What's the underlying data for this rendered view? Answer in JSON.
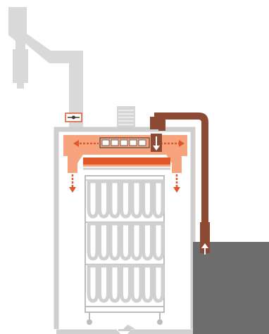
{
  "diagram": {
    "type": "smokehouse-airflow-schematic",
    "text_labels": [],
    "components": [
      "exhaust-duct-left",
      "damper-valve",
      "fan-motor",
      "air-circulation-manifold",
      "fresh-air-intake-duct",
      "smoke-generator-unit",
      "oven-chamber",
      "sausage-trolley",
      "floor-drain"
    ],
    "sausage_tray_levels": 3,
    "sausages_per_level": 7,
    "colors": {
      "duct_gray": "#d9d9d9",
      "chamber_wall": "#cfcfcf",
      "manifold_orange": "#f7a37e",
      "accent_red_orange": "#e0572a",
      "intake_brown": "#8c4a35",
      "generator_dark_gray": "#6d6d6d",
      "sausage_gray": "#d0d0d0",
      "trolley_line": "#bdbdbd",
      "white": "#ffffff"
    }
  }
}
